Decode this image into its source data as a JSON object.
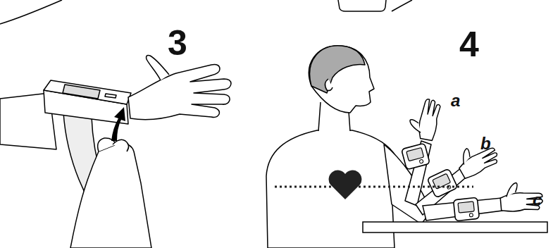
{
  "diagram": {
    "labels": [
      "3",
      "4",
      "a",
      "b",
      "c"
    ]
  }
}
